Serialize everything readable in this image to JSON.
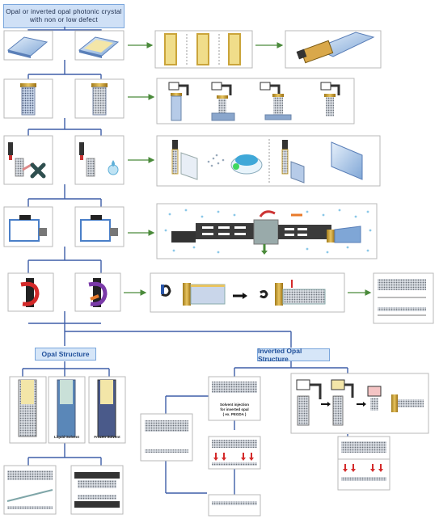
{
  "title": "Opal or inverted opal photonic crystal\nwith non or low defect",
  "sections": {
    "opal": "Opal Structure",
    "inverted": "Inverted Opal Structure"
  },
  "labels": {
    "liquid_solvent": "Liquid Solvent",
    "frozen_solvent": "Frozen Solvent",
    "solvent_injection": "Solvent injection\nfor inverted opal\n( ex. PEGDA )"
  },
  "colors": {
    "line_blue": "#3f5fa8",
    "arrow_green": "#4a8a3a",
    "panel_border": "#b9b9b9",
    "title_fill": "#cfe0f6"
  }
}
